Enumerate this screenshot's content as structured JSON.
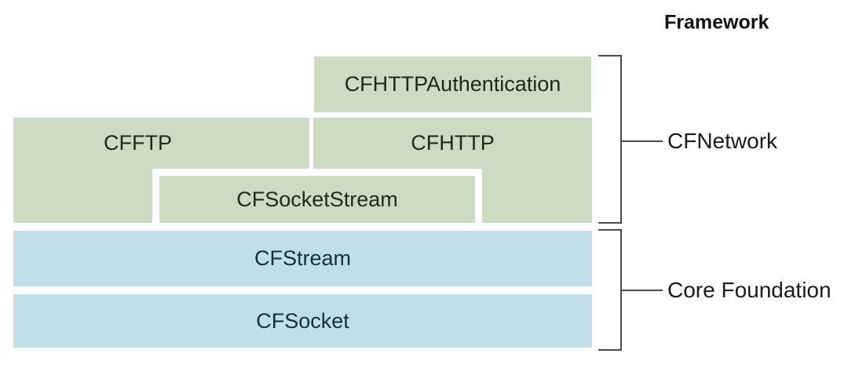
{
  "title": {
    "label": "Framework"
  },
  "boxes": {
    "cfhttp_authentication": {
      "label": "CFHTTPAuthentication"
    },
    "cfftp": {
      "label": "CFFTP"
    },
    "cfhttp": {
      "label": "CFHTTP"
    },
    "cfsocketstream": {
      "label": "CFSocketStream"
    },
    "cfstream": {
      "label": "CFStream"
    },
    "cfsocket": {
      "label": "CFSocket"
    }
  },
  "groups": {
    "cfnetwork": {
      "label": "CFNetwork",
      "contains": [
        "CFHTTPAuthentication",
        "CFFTP",
        "CFHTTP",
        "CFSocketStream"
      ]
    },
    "core_foundation": {
      "label": "Core Foundation",
      "contains": [
        "CFStream",
        "CFSocket"
      ]
    }
  },
  "colors": {
    "box_green": "#cbdbc4",
    "box_blue": "#c2dfe7",
    "green_text": "#1c2a1a",
    "blue_text": "#14303a",
    "bracket_line": "#4a4a4a",
    "side_label_text": "#1b1b1b",
    "background": "#ffffff"
  }
}
